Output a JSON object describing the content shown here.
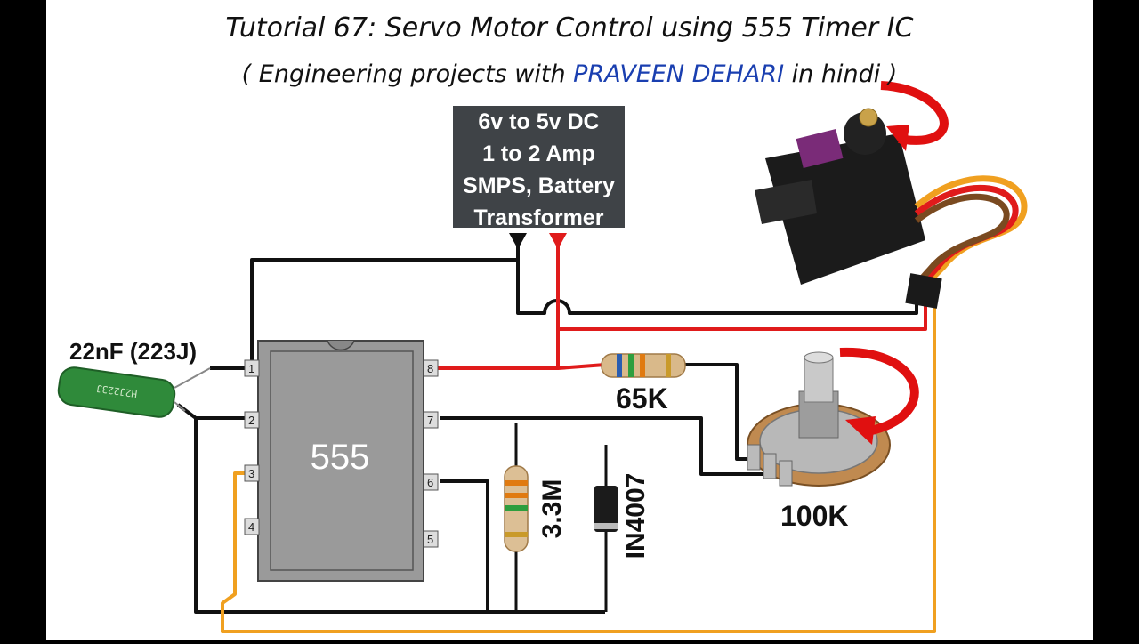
{
  "title": {
    "line1": "Tutorial 67: Servo Motor Control using 555 Timer IC",
    "line2_prefix": "( Engineering projects with ",
    "line2_author": "PRAVEEN DEHARI",
    "line2_suffix": " in hindi )"
  },
  "power_supply": {
    "lines": [
      "6v to 5v DC",
      "1 to 2 Amp",
      "SMPS, Battery",
      "Transformer"
    ]
  },
  "ic": {
    "label": "555",
    "pins_left": [
      "1",
      "2",
      "3",
      "4"
    ],
    "pins_right": [
      "8",
      "7",
      "6",
      "5"
    ]
  },
  "components": {
    "capacitor_label": "22nF (223J)",
    "capacitor_marking": "H2J223J",
    "resistor_65k_label": "65K",
    "resistor_33m_label": "3.3M",
    "diode_label": "IN4007",
    "pot_label": "100K"
  },
  "colors": {
    "background": "#ffffff",
    "wire_black": "#111111",
    "wire_red": "#e01b1b",
    "wire_orange": "#f0a020",
    "arrow_red": "#e01010",
    "author_blue": "#1a3fb0"
  }
}
